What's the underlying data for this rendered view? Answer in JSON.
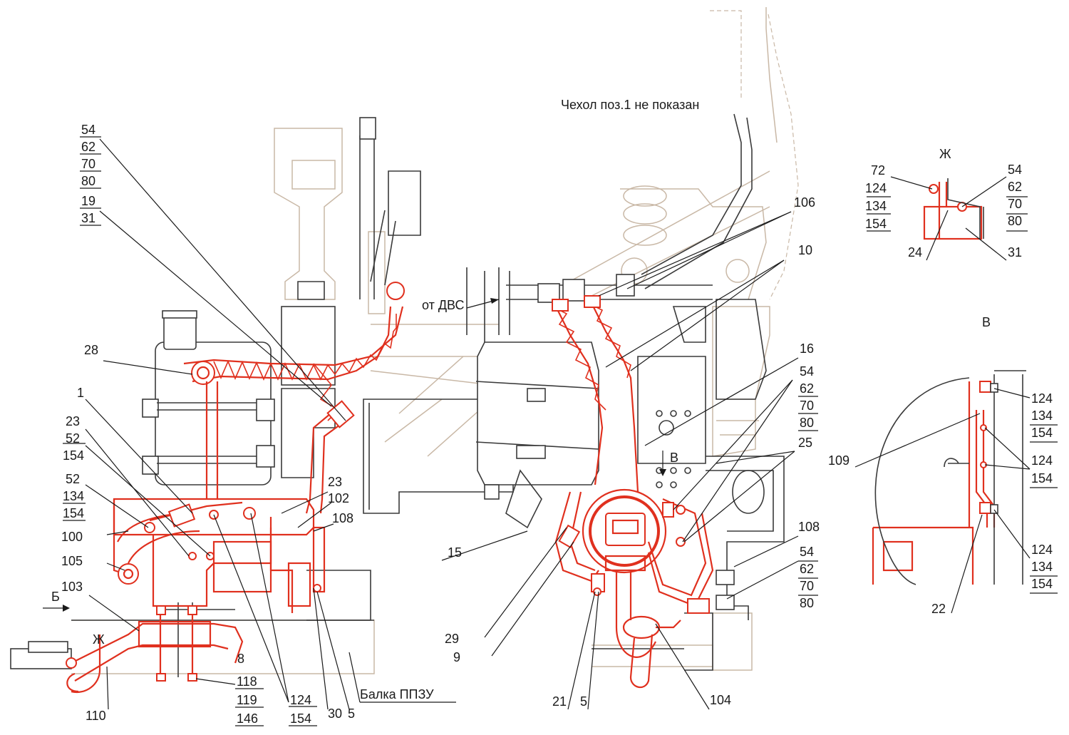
{
  "notes": {
    "cover": "Чехол поз.1 не показан",
    "from_engine": "от ДВС",
    "beam": "Балка ППЗУ"
  },
  "views": {
    "zh": "Ж",
    "v": "В",
    "b": "Б",
    "v_arrow": "В"
  },
  "labels": {
    "l54a": "54",
    "l62a": "62",
    "l70a": "70",
    "l80a": "80",
    "l19": "19",
    "l31a": "31",
    "l28": "28",
    "l1": "1",
    "l23a": "23",
    "l52a": "52",
    "l154a": "154",
    "l52b": "52",
    "l134a": "134",
    "l154b": "154",
    "l100": "100",
    "l105": "105",
    "l103": "103",
    "l23b": "23",
    "l102": "102",
    "l108a": "108",
    "l8": "8",
    "l110": "110",
    "l118": "118",
    "l119": "119",
    "l146": "146",
    "l124a": "124",
    "l154c": "154",
    "l30": "30",
    "l5a": "5",
    "l106": "106",
    "l10": "10",
    "l16": "16",
    "l54b": "54",
    "l62b": "62",
    "l70b": "70",
    "l80b": "80",
    "l25": "25",
    "l108b": "108",
    "l54c": "54",
    "l62c": "62",
    "l70c": "70",
    "l80c": "80",
    "l15": "15",
    "l29": "29",
    "l9": "9",
    "l21": "21",
    "l5b": "5",
    "l104": "104",
    "l72": "72",
    "l124b": "124",
    "l134b": "134",
    "l154d": "154",
    "l54d": "54",
    "l62d": "62",
    "l70d": "70",
    "l80d": "80",
    "l24": "24",
    "l31b": "31",
    "l124c": "124",
    "l134c": "134",
    "l154e": "154",
    "l109": "109",
    "l124d": "124",
    "l154f": "154",
    "l124e": "124",
    "l134d": "134",
    "l154g": "154",
    "l22": "22"
  }
}
